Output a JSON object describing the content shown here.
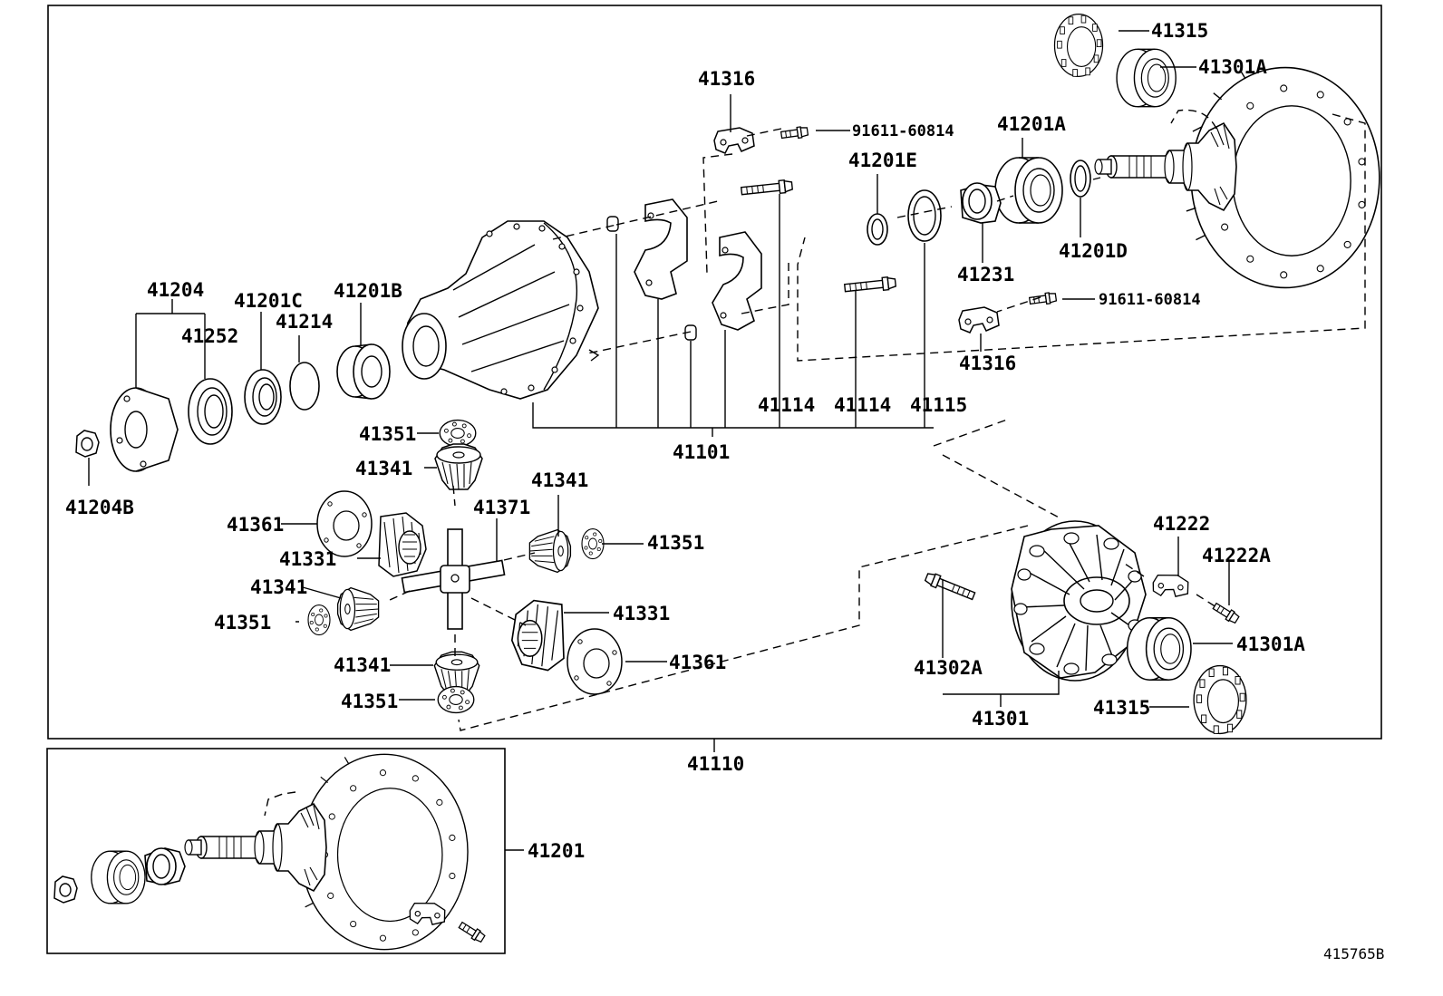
{
  "diagram_code": "415765B",
  "labels": {
    "l41315_top": "41315",
    "l41301A_top": "41301A",
    "l41316_top": "41316",
    "l91611_top": "91611-60814",
    "l41201A": "41201A",
    "l41201E": "41201E",
    "l41201D": "41201D",
    "l41231": "41231",
    "l91611_mid": "91611-60814",
    "l41316_mid": "41316",
    "l41204": "41204",
    "l41252": "41252",
    "l41201C": "41201C",
    "l41214": "41214",
    "l41201B": "41201B",
    "l41204B": "41204B",
    "l41114_a": "41114",
    "l41114_b": "41114",
    "l41115": "41115",
    "l41101": "41101",
    "l41351_a": "41351",
    "l41341_a": "41341",
    "l41361_a": "41361",
    "l41371": "41371",
    "l41341_b": "41341",
    "l41331_a": "41331",
    "l41351_b": "41351",
    "l41341_c": "41341",
    "l41351_c": "41351",
    "l41331_b": "41331",
    "l41341_d": "41341",
    "l41361_b": "41361",
    "l41351_d": "41351",
    "l41222": "41222",
    "l41222A": "41222A",
    "l41301A_bot": "41301A",
    "l41302A": "41302A",
    "l41301": "41301",
    "l41315_bot": "41315",
    "l41110": "41110",
    "l41201": "41201"
  }
}
